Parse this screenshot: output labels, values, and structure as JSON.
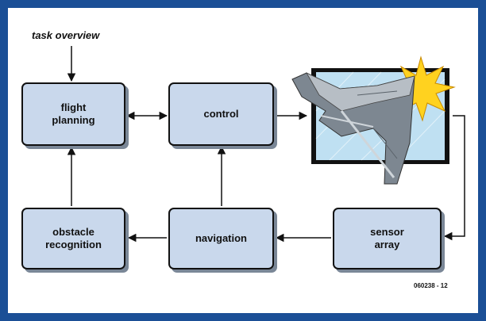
{
  "diagram": {
    "input_label": "task overview",
    "blocks": {
      "flight_planning": "flight\nplanning",
      "control": "control",
      "obstacle_recognition": "obstacle\nrecognition",
      "navigation": "navigation",
      "sensor_array": "sensor\narray"
    },
    "figure_ref": "060238 - 12",
    "image": {
      "icon": "stealth-aircraft-icon",
      "description_icon": "sunburst-icon"
    }
  },
  "colors": {
    "border": "#1b4f96",
    "block_fill": "#c9d8ec",
    "screen_fill": "#bfe0f2",
    "sun": "#ffd21f"
  }
}
